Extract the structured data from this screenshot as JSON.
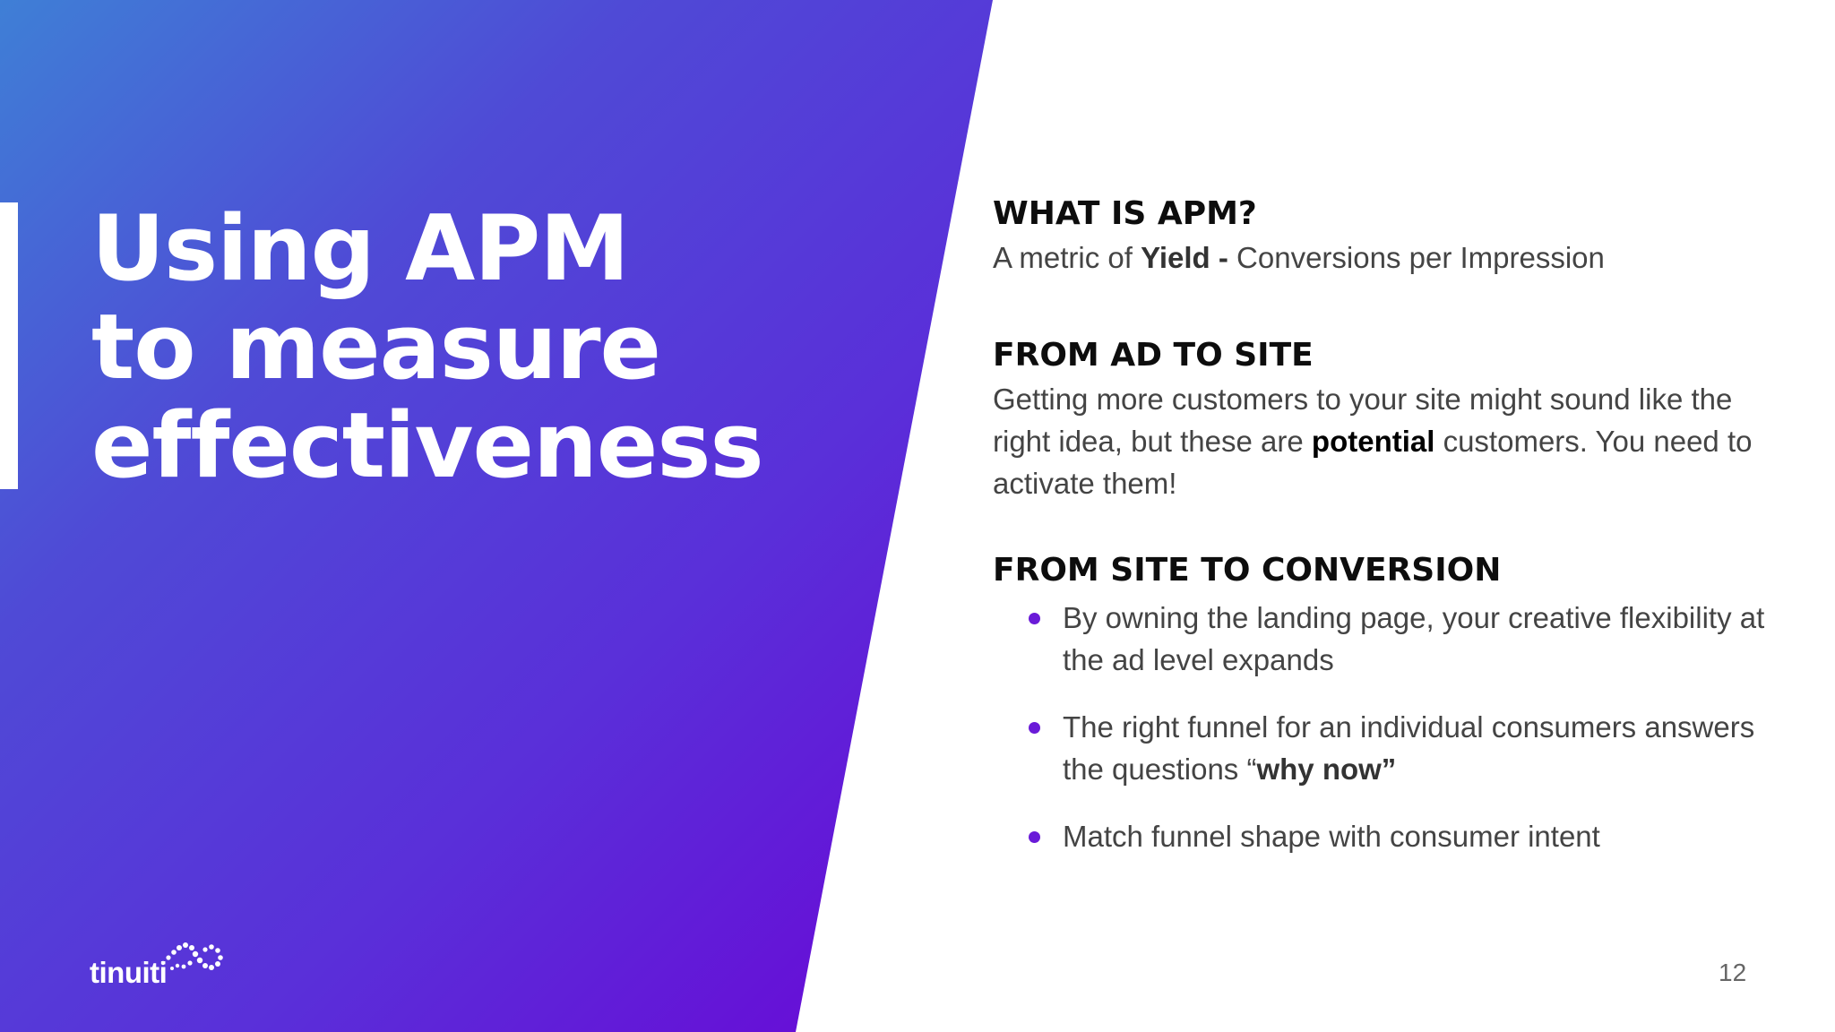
{
  "title": {
    "line1": "Using APM",
    "line2": "to measure",
    "line3": "effectiveness"
  },
  "logo": {
    "text": "tinuiti",
    "icon": "infinity-dots-icon"
  },
  "sections": {
    "what_is_apm": {
      "heading": "WHAT IS APM?",
      "text_pre": "A metric of ",
      "text_bold": "Yield -",
      "text_post": " Conversions per Impression"
    },
    "ad_to_site": {
      "heading": "FROM AD TO SITE",
      "text_pre": "Getting more customers to your site might sound like the right idea, but these are ",
      "text_bold": "potential",
      "text_post": " customers. You need to activate them!"
    },
    "site_to_conversion": {
      "heading": "FROM SITE TO CONVERSION",
      "bullets": [
        {
          "pre": "By owning the landing page, your creative flexibility at the ad level expands",
          "bold": "",
          "post": ""
        },
        {
          "pre": "The right funnel for an individual consumers answers the questions “",
          "bold": "why now”",
          "post": ""
        },
        {
          "pre": "Match funnel shape with consumer intent",
          "bold": "",
          "post": ""
        }
      ]
    }
  },
  "page_number": "12",
  "colors": {
    "gradient_start": "#3f7fd6",
    "gradient_mid": "#5a2fd9",
    "gradient_end": "#6a06d6",
    "bullet": "#6a1bd8",
    "heading": "#0d0d0d",
    "body": "#444444"
  }
}
